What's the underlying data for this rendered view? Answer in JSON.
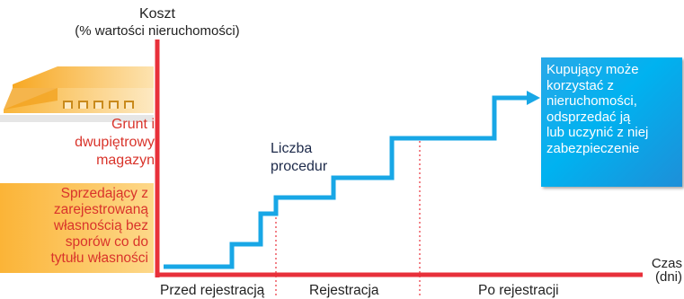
{
  "y_axis": {
    "title": "Koszt",
    "subtitle": "(% wartości nieruchomości)"
  },
  "x_axis": {
    "title": "Czas",
    "unit": "(dni)"
  },
  "land_label": [
    "Grunt i",
    "dwupiętrowy",
    "magazyn"
  ],
  "seller_label": [
    "Sprzedający z",
    "zarejestrowaną",
    "własnością bez",
    "sporów co do",
    "tytułu własności"
  ],
  "procedures_label": [
    "Liczba",
    "procedur"
  ],
  "buyer_label": [
    "Kupujący może",
    "korzystać z",
    "nieruchomości,",
    "odsprzedać ją",
    "lub uczynić z niej",
    "zabezpieczenie"
  ],
  "phases": {
    "before": "Przed rejestracją",
    "registration": "Rejestracja",
    "after": "Po rejestracji"
  },
  "colors": {
    "axis": "#e8303a",
    "step_line": "#18a7e6",
    "seller_box": "#fbb437",
    "buyer_box": "#1aa9e8",
    "warehouse": "#f7a823"
  },
  "icons": {
    "warehouse": "warehouse-icon",
    "arrow": "arrow-right-icon"
  }
}
